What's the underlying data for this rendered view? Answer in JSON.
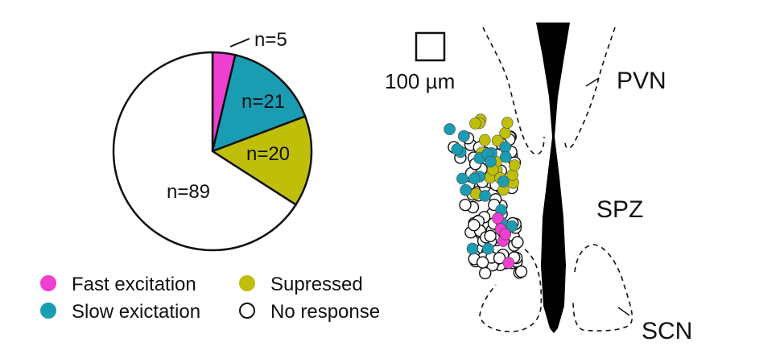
{
  "chart_data": [
    {
      "type": "pie",
      "slices": [
        {
          "label": "n=5",
          "value": 5,
          "category": "Fast excitation",
          "color": "#ee3fd0"
        },
        {
          "label": "n=21",
          "value": 21,
          "category": "Slow exictation",
          "color": "#1a9cb3"
        },
        {
          "label": "n=20",
          "value": 20,
          "category": "Supressed",
          "color": "#bfbf0a"
        },
        {
          "label": "n=89",
          "value": 89,
          "category": "No response",
          "color": "#ffffff"
        }
      ],
      "legend": {
        "placement": "bottom",
        "items": [
          {
            "label": "Fast excitation",
            "color": "#ee3fd0"
          },
          {
            "label": "Slow exictation",
            "color": "#1a9cb3"
          },
          {
            "label": "Supressed",
            "color": "#bfbf0a"
          },
          {
            "label": "No response",
            "color": "#ffffff"
          }
        ]
      }
    },
    {
      "type": "scatter",
      "description_kind": "anatomical map",
      "regions": [
        "PVN",
        "SPZ",
        "SCN"
      ],
      "scale_bar": "100 µm",
      "series": [
        {
          "category": "Fast excitation",
          "color": "#ee3fd0",
          "count": 5
        },
        {
          "category": "Slow exictation",
          "color": "#1a9cb3",
          "count": 21
        },
        {
          "category": "Supressed",
          "color": "#bfbf0a",
          "count": 20
        },
        {
          "category": "No response",
          "color": "#ffffff",
          "count": 89
        }
      ]
    }
  ]
}
